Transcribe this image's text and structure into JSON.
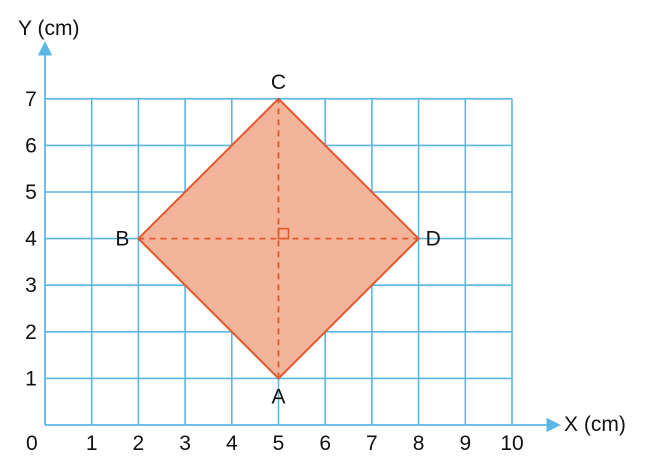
{
  "diagram": {
    "y_axis_title": "Y (cm)",
    "x_axis_title": "X (cm)",
    "origin_label": "0",
    "x_ticks": [
      "1",
      "2",
      "3",
      "4",
      "5",
      "6",
      "7",
      "8",
      "9",
      "10"
    ],
    "y_ticks": [
      "1",
      "2",
      "3",
      "4",
      "5",
      "6",
      "7"
    ],
    "grid": {
      "x_max": 10,
      "y_max": 7
    },
    "colors": {
      "grid": "#5bb7e5",
      "shape_fill": "#f4b49a",
      "shape_stroke": "#e4572e",
      "diagonal": "#e4572e"
    },
    "points": [
      {
        "label": "A",
        "x": 5,
        "y": 1
      },
      {
        "label": "B",
        "x": 2,
        "y": 4
      },
      {
        "label": "C",
        "x": 5,
        "y": 7
      },
      {
        "label": "D",
        "x": 8,
        "y": 4
      }
    ],
    "diagonals": [
      [
        "B",
        "D"
      ],
      [
        "A",
        "C"
      ]
    ],
    "right_angle_at": {
      "x": 5,
      "y": 4
    }
  }
}
